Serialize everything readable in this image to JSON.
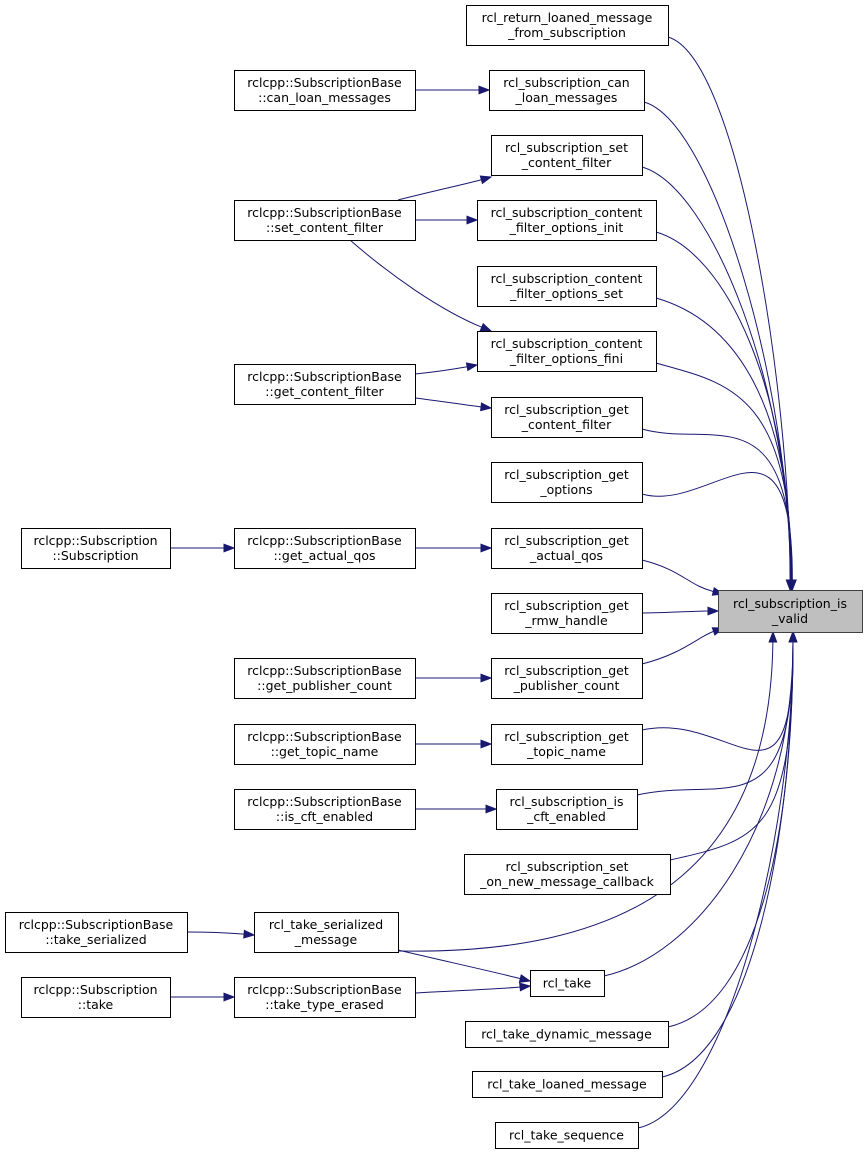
{
  "graph": {
    "title": "",
    "focus_node": "rcl_subscription_is_valid",
    "edge_color": "#191970",
    "focus_fill": "#bfbfbf",
    "nodes": [
      {
        "id": "is_valid",
        "lines": [
          "rcl_subscription_is",
          "_valid"
        ],
        "focus": true
      },
      {
        "id": "return_loaned",
        "lines": [
          "rcl_return_loaned_message",
          "_from_subscription"
        ]
      },
      {
        "id": "sb_can_loan",
        "lines": [
          "rclcpp::SubscriptionBase",
          "::can_loan_messages"
        ]
      },
      {
        "id": "can_loan",
        "lines": [
          "rcl_subscription_can",
          "_loan_messages"
        ]
      },
      {
        "id": "set_cf",
        "lines": [
          "rcl_subscription_set",
          "_content_filter"
        ]
      },
      {
        "id": "sb_set_cf",
        "lines": [
          "rclcpp::SubscriptionBase",
          "::set_content_filter"
        ]
      },
      {
        "id": "cfo_init",
        "lines": [
          "rcl_subscription_content",
          "_filter_options_init"
        ]
      },
      {
        "id": "cfo_set",
        "lines": [
          "rcl_subscription_content",
          "_filter_options_set"
        ]
      },
      {
        "id": "cfo_fini",
        "lines": [
          "rcl_subscription_content",
          "_filter_options_fini"
        ]
      },
      {
        "id": "sb_get_cf",
        "lines": [
          "rclcpp::SubscriptionBase",
          "::get_content_filter"
        ]
      },
      {
        "id": "get_cf",
        "lines": [
          "rcl_subscription_get",
          "_content_filter"
        ]
      },
      {
        "id": "get_options",
        "lines": [
          "rcl_subscription_get",
          "_options"
        ]
      },
      {
        "id": "sub_sub",
        "lines": [
          "rclcpp::Subscription",
          "::Subscription"
        ]
      },
      {
        "id": "sb_get_qos",
        "lines": [
          "rclcpp::SubscriptionBase",
          "::get_actual_qos"
        ]
      },
      {
        "id": "get_qos",
        "lines": [
          "rcl_subscription_get",
          "_actual_qos"
        ]
      },
      {
        "id": "get_rmw",
        "lines": [
          "rcl_subscription_get",
          "_rmw_handle"
        ]
      },
      {
        "id": "sb_pub_count",
        "lines": [
          "rclcpp::SubscriptionBase",
          "::get_publisher_count"
        ]
      },
      {
        "id": "pub_count",
        "lines": [
          "rcl_subscription_get",
          "_publisher_count"
        ]
      },
      {
        "id": "sb_topic",
        "lines": [
          "rclcpp::SubscriptionBase",
          "::get_topic_name"
        ]
      },
      {
        "id": "topic",
        "lines": [
          "rcl_subscription_get",
          "_topic_name"
        ]
      },
      {
        "id": "sb_cft",
        "lines": [
          "rclcpp::SubscriptionBase",
          "::is_cft_enabled"
        ]
      },
      {
        "id": "cft",
        "lines": [
          "rcl_subscription_is",
          "_cft_enabled"
        ]
      },
      {
        "id": "set_cb",
        "lines": [
          "rcl_subscription_set",
          "_on_new_message_callback"
        ]
      },
      {
        "id": "sb_take_ser",
        "lines": [
          "rclcpp::SubscriptionBase",
          "::take_serialized"
        ]
      },
      {
        "id": "take_ser",
        "lines": [
          "rcl_take_serialized",
          "_message"
        ]
      },
      {
        "id": "take",
        "lines": [
          "rcl_take"
        ]
      },
      {
        "id": "sub_take",
        "lines": [
          "rclcpp::Subscription",
          "::take"
        ]
      },
      {
        "id": "sb_take_te",
        "lines": [
          "rclcpp::SubscriptionBase",
          "::take_type_erased"
        ]
      },
      {
        "id": "take_dyn",
        "lines": [
          "rcl_take_dynamic_message"
        ]
      },
      {
        "id": "take_loaned",
        "lines": [
          "rcl_take_loaned_message"
        ]
      },
      {
        "id": "take_seq",
        "lines": [
          "rcl_take_sequence"
        ]
      }
    ],
    "edges": [
      {
        "from": "return_loaned",
        "to": "is_valid"
      },
      {
        "from": "can_loan",
        "to": "is_valid"
      },
      {
        "from": "set_cf",
        "to": "is_valid"
      },
      {
        "from": "cfo_init",
        "to": "is_valid"
      },
      {
        "from": "cfo_set",
        "to": "is_valid"
      },
      {
        "from": "cfo_fini",
        "to": "is_valid"
      },
      {
        "from": "get_cf",
        "to": "is_valid"
      },
      {
        "from": "get_options",
        "to": "is_valid"
      },
      {
        "from": "get_qos",
        "to": "is_valid"
      },
      {
        "from": "get_rmw",
        "to": "is_valid"
      },
      {
        "from": "pub_count",
        "to": "is_valid"
      },
      {
        "from": "topic",
        "to": "is_valid"
      },
      {
        "from": "cft",
        "to": "is_valid"
      },
      {
        "from": "set_cb",
        "to": "is_valid"
      },
      {
        "from": "take_ser",
        "to": "is_valid"
      },
      {
        "from": "take",
        "to": "is_valid"
      },
      {
        "from": "take_dyn",
        "to": "is_valid"
      },
      {
        "from": "take_loaned",
        "to": "is_valid"
      },
      {
        "from": "take_seq",
        "to": "is_valid"
      },
      {
        "from": "sb_can_loan",
        "to": "can_loan"
      },
      {
        "from": "sb_set_cf",
        "to": "set_cf"
      },
      {
        "from": "sb_set_cf",
        "to": "cfo_init"
      },
      {
        "from": "sb_set_cf",
        "to": "cfo_fini"
      },
      {
        "from": "sb_get_cf",
        "to": "cfo_fini"
      },
      {
        "from": "sb_get_cf",
        "to": "get_cf"
      },
      {
        "from": "sub_sub",
        "to": "sb_get_qos"
      },
      {
        "from": "sb_get_qos",
        "to": "get_qos"
      },
      {
        "from": "sb_pub_count",
        "to": "pub_count"
      },
      {
        "from": "sb_topic",
        "to": "topic"
      },
      {
        "from": "sb_cft",
        "to": "cft"
      },
      {
        "from": "sb_take_ser",
        "to": "take_ser"
      },
      {
        "from": "take_ser",
        "to": "take"
      },
      {
        "from": "sub_take",
        "to": "sb_take_te"
      },
      {
        "from": "sb_take_te",
        "to": "take"
      }
    ]
  }
}
